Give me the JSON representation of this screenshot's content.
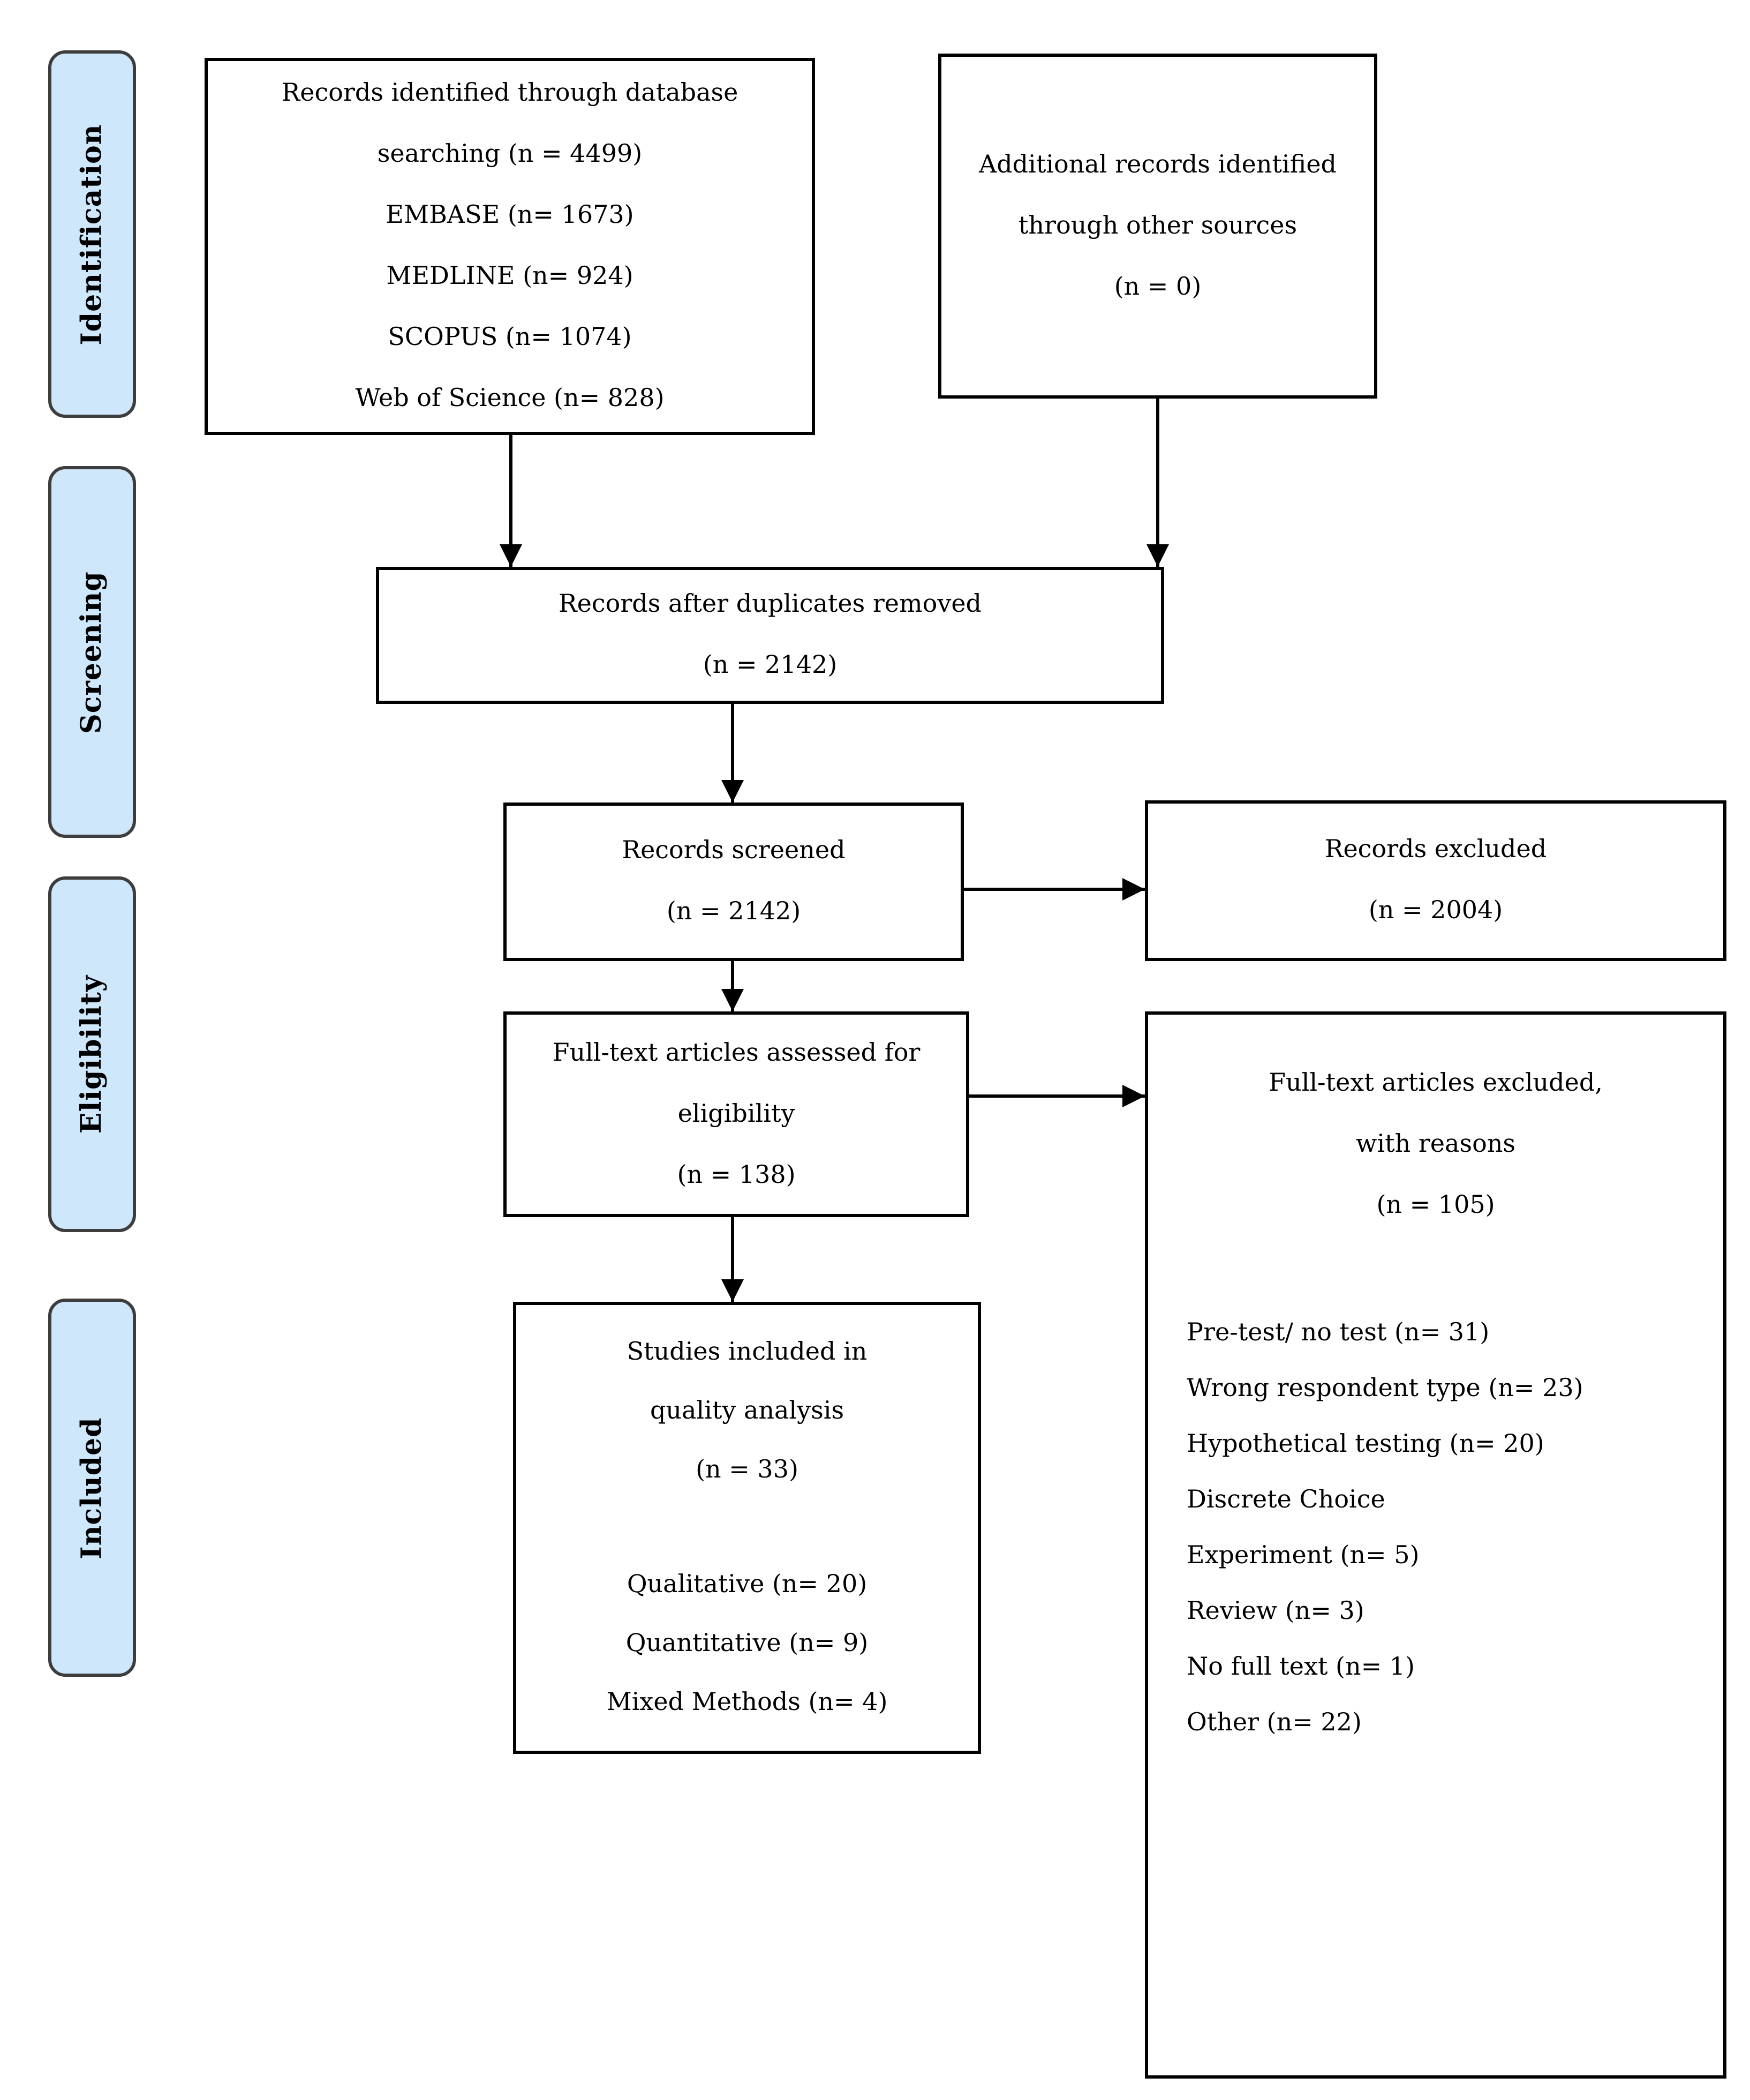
{
  "figure": {
    "type": "PRISMA flow diagram"
  },
  "stages": [
    {
      "label": "Identification"
    },
    {
      "label": "Screening"
    },
    {
      "label": "Eligibility"
    },
    {
      "label": "Included"
    }
  ],
  "boxes": {
    "database_records": {
      "lines": [
        "Records identified through database",
        "searching (n = 4499)",
        "EMBASE (n= 1673)",
        "MEDLINE (n= 924)",
        "SCOPUS (n= 1074)",
        "Web of Science (n= 828)"
      ]
    },
    "other_sources": {
      "lines": [
        "Additional records identified",
        "through other sources",
        "(n = 0)"
      ]
    },
    "after_duplicates": {
      "lines": [
        "Records after duplicates removed",
        "(n = 2142)"
      ]
    },
    "records_screened": {
      "lines": [
        "Records screened",
        "(n = 2142)"
      ]
    },
    "records_excluded": {
      "lines": [
        "Records excluded",
        "(n = 2004)"
      ]
    },
    "fulltext_assessed": {
      "lines": [
        "Full-text articles assessed for",
        "eligibility",
        "(n = 138)"
      ]
    },
    "fulltext_excluded": {
      "title_lines": [
        "Full-text articles excluded,",
        "with reasons",
        "(n = 105)"
      ],
      "reasons": [
        "Pre-test/ no test (n= 31)",
        "Wrong respondent type (n= 23)",
        "Hypothetical testing (n= 20)",
        "Discrete Choice",
        "Experiment (n= 5)",
        "Review (n= 3)",
        "No full text (n= 1)",
        "Other (n= 22)"
      ]
    },
    "studies_included": {
      "title_lines": [
        "Studies included in",
        "quality analysis",
        "(n = 33)"
      ],
      "breakdown": [
        "Qualitative (n= 20)",
        "Quantitative (n= 9)",
        "Mixed Methods (n= 4)"
      ]
    }
  },
  "colors": {
    "stage_fill": "#cfe7fb",
    "stage_border": "#3d3d3d",
    "box_border": "#000000",
    "box_fill": "#ffffff",
    "arrow": "#000000",
    "text": "#000000",
    "background": "#ffffff"
  }
}
